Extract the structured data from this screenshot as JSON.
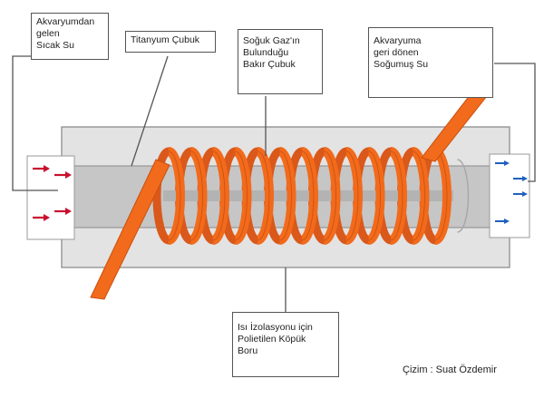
{
  "labels": {
    "hot_water_in": [
      "Akvaryumdan",
      "gelen",
      "Sıcak Su"
    ],
    "titanium_rod": [
      "Titanyum Çubuk"
    ],
    "copper_rod": [
      "Soğuk Gaz'ın",
      "Bulunduğu",
      "Bakır Çubuk"
    ],
    "cooled_water_out": [
      "Akvaryuma",
      "geri dönen",
      "Soğumuş Su"
    ],
    "insulation_pipe": [
      "Isı İzolasyonu için",
      "Polietilen Köpük",
      "Boru"
    ]
  },
  "credit": "Çizim : Suat Özdemir",
  "colors": {
    "coil": "#f26a1b",
    "coil_stroke": "#c9500e",
    "outer_pipe": "#e3e3e3",
    "inner_tube": "#c6c6c6",
    "arrow_in": "#c8102e",
    "arrow_out": "#1f5fbf",
    "leader_line": "#555555"
  },
  "icons": {
    "arrow_in": "arrow-right-red-icon",
    "arrow_out": "arrow-right-blue-icon"
  }
}
